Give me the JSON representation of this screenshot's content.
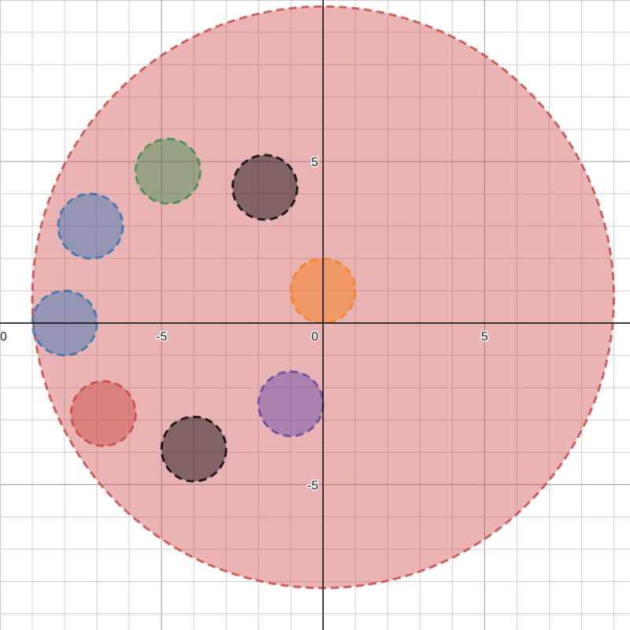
{
  "chart_data": {
    "type": "scatter",
    "title": "",
    "xlabel": "",
    "ylabel": "",
    "xlim": [
      -10,
      9.5
    ],
    "ylim": [
      -9.5,
      10
    ],
    "grid": true,
    "x_ticks": [
      {
        "value": -10,
        "label": "0"
      },
      {
        "value": -5,
        "label": "-5"
      },
      {
        "value": 5,
        "label": "5"
      }
    ],
    "y_ticks": [
      {
        "value": 5,
        "label": "5"
      },
      {
        "value": -5,
        "label": "-5"
      }
    ],
    "origin_label": "0",
    "circles": [
      {
        "cx": 0,
        "cy": 0.8,
        "r": 9,
        "color": "#c74440",
        "fill_opacity": 0.4
      },
      {
        "cx": -4.8,
        "cy": 4.7,
        "r": 1,
        "color": "#388c46",
        "fill_opacity": 0.45
      },
      {
        "cx": -1.8,
        "cy": 4.2,
        "r": 1,
        "color": "#000000",
        "fill_opacity": 0.45
      },
      {
        "cx": -7.2,
        "cy": 3.0,
        "r": 1,
        "color": "#2d70b3",
        "fill_opacity": 0.45
      },
      {
        "cx": 0,
        "cy": 1.0,
        "r": 1,
        "color": "#fa7e19",
        "fill_opacity": 0.5
      },
      {
        "cx": -8.0,
        "cy": 0,
        "r": 1,
        "color": "#2d70b3",
        "fill_opacity": 0.45
      },
      {
        "cx": -6.8,
        "cy": -2.8,
        "r": 1,
        "color": "#c74440",
        "fill_opacity": 0.45
      },
      {
        "cx": -1.0,
        "cy": -2.5,
        "r": 1,
        "color": "#6042a6",
        "fill_opacity": 0.45
      },
      {
        "cx": -4.0,
        "cy": -3.9,
        "r": 1,
        "color": "#000000",
        "fill_opacity": 0.45
      }
    ]
  }
}
